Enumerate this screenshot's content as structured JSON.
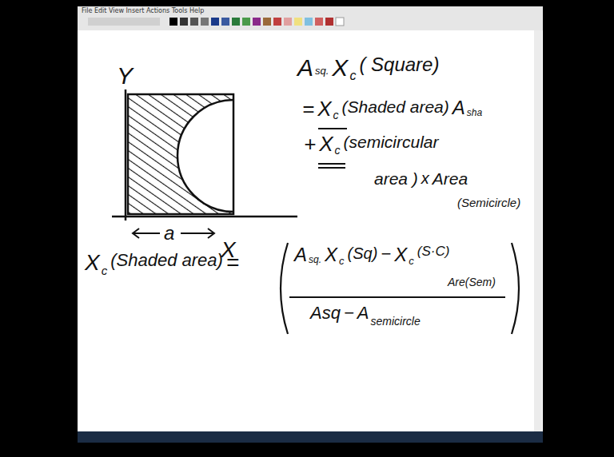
{
  "diagram": {
    "labels": [
      "File Edit View Insert Actions Tools Help",
      "Y",
      "a",
      "X",
      "A",
      "sq.",
      "X",
      "c",
      "( Square)",
      "=",
      "X",
      "c",
      "(Shaded area)",
      "A",
      "sha",
      "+",
      "X",
      "c",
      "(semicircular",
      "area )",
      "x",
      "Area",
      "(Semicircle)",
      "X",
      "c",
      "(Shaded area)",
      "=",
      "A",
      "sq.",
      "X",
      "c",
      "(Sq)",
      "−",
      "X",
      "c",
      "(S·C)",
      "Are(Sem)",
      "Asq",
      "−",
      "A",
      "semicircle"
    ]
  }
}
